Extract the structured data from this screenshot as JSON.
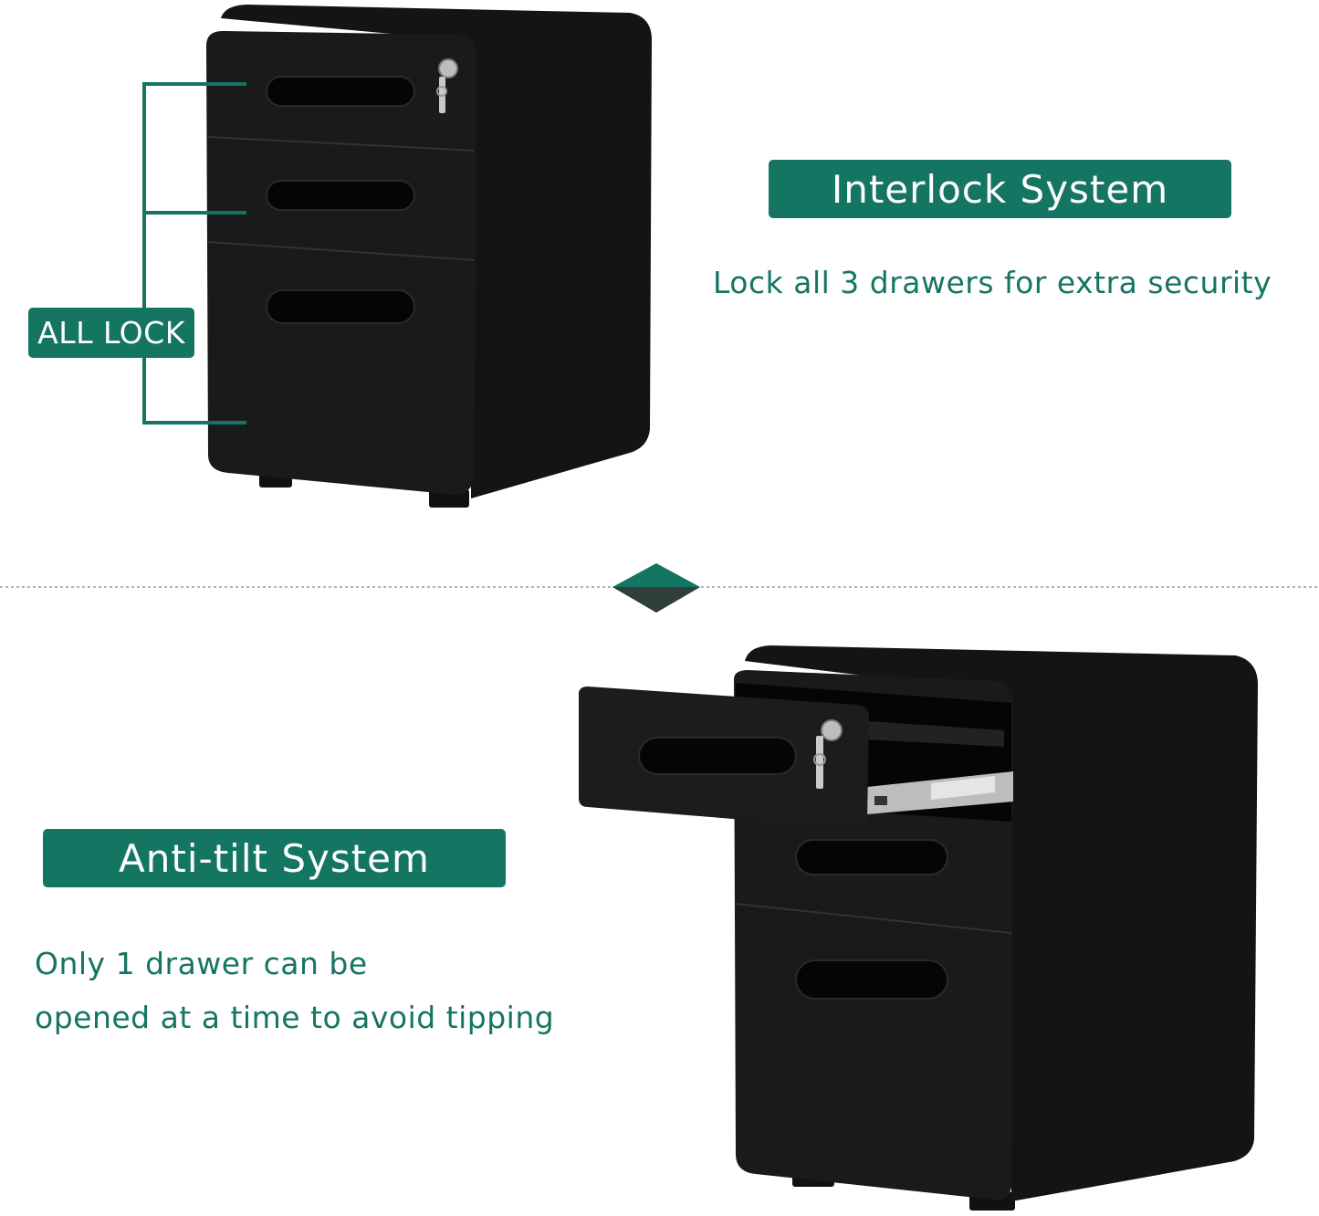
{
  "colors": {
    "accent": "#157563",
    "cabinet": "#111111",
    "background": "#ffffff"
  },
  "interlock": {
    "title": "Interlock System",
    "description": "Lock all 3 drawers for extra security",
    "badge": "ALL LOCK"
  },
  "antitilt": {
    "title": "Anti-tilt System",
    "description_line1": "Only 1 drawer can be",
    "description_line2": "opened at a time to avoid tipping"
  },
  "icons": {
    "divider": "diamond-divider-icon",
    "lock": "key-lock-icon",
    "cabinet": "three-drawer-cabinet-image"
  }
}
